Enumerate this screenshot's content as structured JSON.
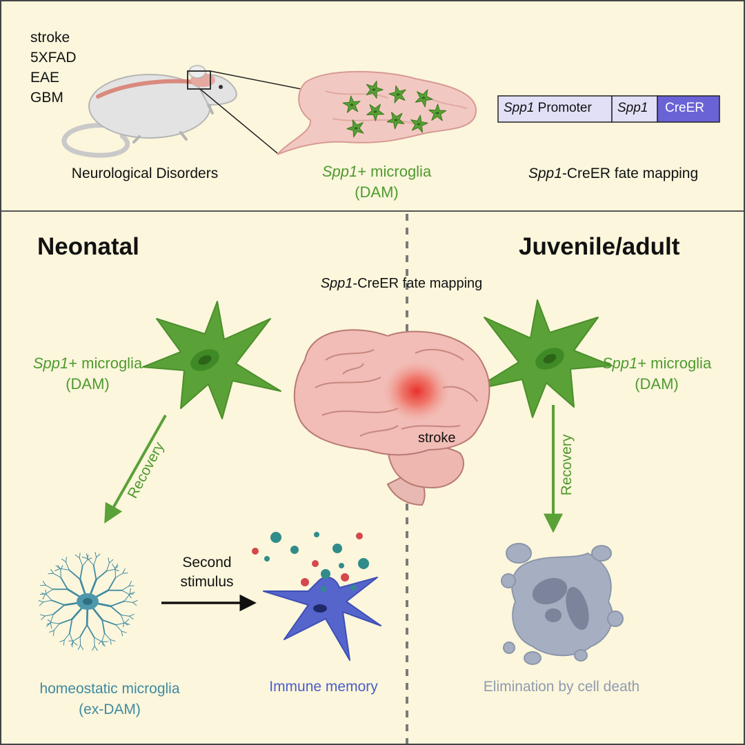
{
  "top": {
    "disorders": [
      "stroke",
      "5XFAD",
      "EAE",
      "GBM"
    ],
    "disorders_label": "Neurological Disorders",
    "microglia_gene": "Spp1",
    "microglia_rest": "+ microglia",
    "microglia_sub": "(DAM)",
    "construct": {
      "promoter_gene": "Spp1",
      "promoter_rest": " Promoter",
      "gene": "Spp1",
      "creer": "CreER"
    },
    "fate_gene": "Spp1",
    "fate_rest": "-CreER fate mapping"
  },
  "bottom": {
    "neonatal_title": "Neonatal",
    "adult_title": "Juvenile/adult",
    "center_gene": "Spp1",
    "center_rest": "-CreER fate mapping",
    "stroke_label": "stroke",
    "left_gene": "Spp1",
    "left_rest": "+ microglia",
    "left_sub": "(DAM)",
    "right_gene": "Spp1",
    "right_rest": "+ microglia",
    "right_sub": "(DAM)",
    "recovery_left": "Recovery",
    "recovery_right": "Recovery",
    "second_stimulus_line1": "Second",
    "second_stimulus_line2": "stimulus",
    "homeostatic_line1": "homeostatic microglia",
    "homeostatic_line2": "(ex-DAM)",
    "immune_memory": "Immune memory",
    "elimination": "Elimination by cell death"
  },
  "colors": {
    "background": "#fbf6dc",
    "green": "#4f9a2e",
    "microglia_green": "#5aa137",
    "teal": "#3f8aa0",
    "blue": "#4b5dc8",
    "gray": "#8f9bb0",
    "construct_lilac": "#e2e0f7",
    "construct_blue": "#6a63d6"
  }
}
